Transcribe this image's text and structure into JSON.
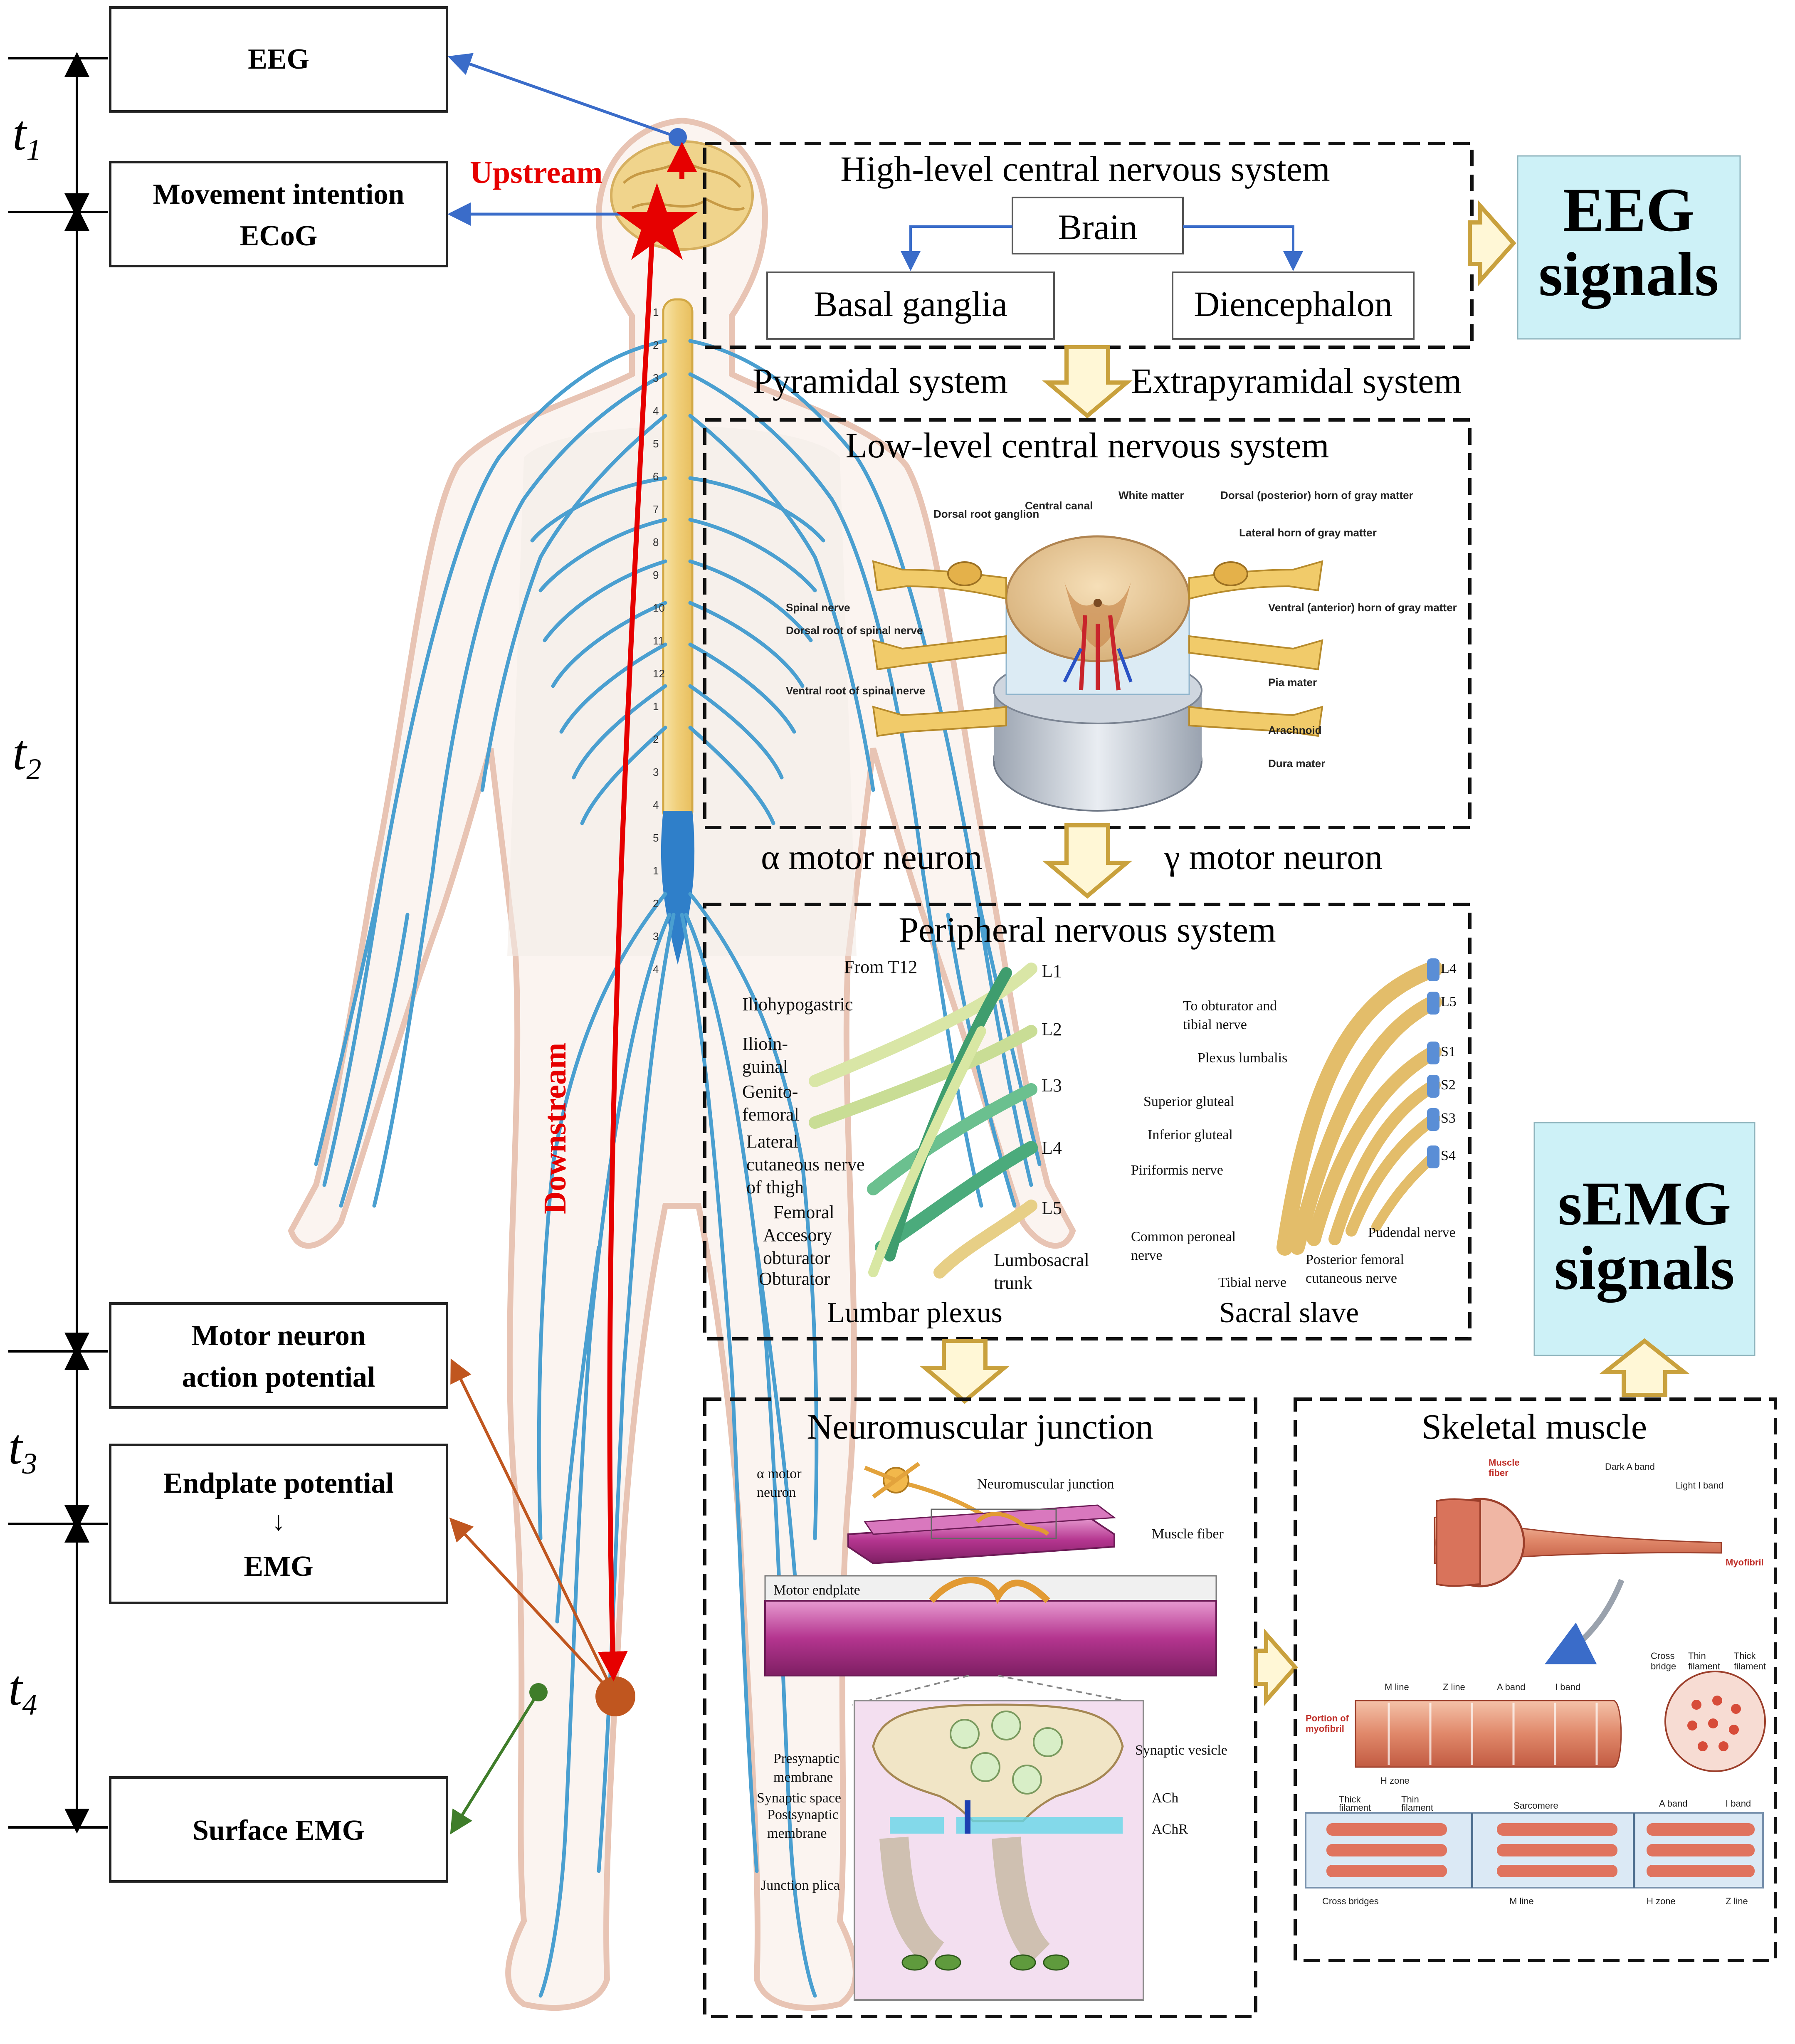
{
  "timeline": {
    "t1": "t",
    "t1_sub": "1",
    "t2": "t",
    "t2_sub": "2",
    "t3": "t",
    "t3_sub": "3",
    "t4": "t",
    "t4_sub": "4"
  },
  "left_boxes": {
    "eeg": "EEG",
    "movement_line1": "Movement intention",
    "movement_line2": "ECoG",
    "motor_line1": "Motor neuron",
    "motor_line2": "action potential",
    "endplate_line1": "Endplate potential",
    "endplate_arrow": "↓",
    "endplate_line2": "EMG",
    "surface": "Surface EMG"
  },
  "body": {
    "upstream": "Upstream",
    "downstream": "Downstream",
    "vertebra_numbers": [
      "1",
      "2",
      "3",
      "4",
      "5",
      "6",
      "7",
      "8",
      "9",
      "10",
      "11",
      "12",
      "1",
      "2",
      "3",
      "4",
      "5",
      "1",
      "2",
      "3",
      "4"
    ]
  },
  "high_level": {
    "title": "High-level central nervous system",
    "brain": "Brain",
    "basal": "Basal ganglia",
    "diencephalon": "Diencephalon"
  },
  "eeg_signals": {
    "line1": "EEG",
    "line2": "signals"
  },
  "pathways": {
    "left": "Pyramidal system",
    "right": "Extrapyramidal  system"
  },
  "low_level": {
    "title": "Low-level central nervous system",
    "labels": [
      "Dorsal root ganglion",
      "Central canal",
      "White matter",
      "Dorsal (posterior) horn of gray matter",
      "Lateral horn of gray matter",
      "Spinal nerve",
      "Dorsal root of spinal nerve",
      "Ventral root of spinal nerve",
      "Ventral (anterior) horn of gray matter",
      "Pia mater",
      "Arachnoid",
      "Dura mater"
    ]
  },
  "motor_neurons": {
    "alpha": "α motor neuron",
    "gamma": "γ motor neuron"
  },
  "peripheral": {
    "title": "Peripheral nervous system",
    "lumbar_title": "Lumbar plexus",
    "sacral_title": "Sacral slave",
    "lumbar_labels": [
      "From T12",
      "Iliohypogastric",
      "Ilioin-",
      "guinal",
      "Genito-",
      "femoral",
      "Lateral",
      "cutaneous nerve",
      "of thigh",
      "Femoral",
      "Accesory",
      "obturator",
      "Obturator",
      "Lumbosacral",
      "trunk"
    ],
    "lumbar_levels": [
      "L1",
      "L2",
      "L3",
      "L4",
      "L5"
    ],
    "sacral_labels": [
      "To obturator  and",
      "tibial nerve",
      "Plexus lumbalis",
      "Superior gluteal",
      "Inferior gluteal",
      "Piriformis nerve",
      "Common peroneal",
      "nerve",
      "Tibial nerve",
      "Posterior femoral",
      "cutaneous nerve",
      "Pudendal nerve"
    ],
    "sacral_levels": [
      "L4",
      "L5",
      "S1",
      "S2",
      "S3",
      "S4"
    ]
  },
  "semg_signals": {
    "line1": "sEMG",
    "line2": "signals"
  },
  "nmj": {
    "title": "Neuromuscular junction",
    "labels": [
      "α motor",
      "neuron",
      "Neuromuscular junction",
      "Muscle fiber",
      "Motor endplate",
      "Synaptic vesicle",
      "Presynaptic",
      "membrane",
      "Synaptic space",
      "Postsynaptic",
      "membrane",
      "ACh",
      "AChR",
      "Junction plica"
    ]
  },
  "skeletal": {
    "title": "Skeletal muscle",
    "labels": [
      "Muscle",
      "fiber",
      "Dark A band",
      "Light I band",
      "Myofibril",
      "Cross",
      "bridge",
      "Thin",
      "filament",
      "Thick",
      "filament",
      "M line",
      "Z line",
      "A band",
      "I band",
      "Portion of",
      "myofibril",
      "H zone",
      "Thick",
      "filament",
      "Thin",
      "filament",
      "Sarcomere",
      "A band",
      "I band",
      "Cross bridges",
      "M line",
      "H zone",
      "Z line"
    ]
  },
  "colors": {
    "nerve": "#4a9fd0",
    "body_outline": "#e8c4b4",
    "spine": "#f2d48a",
    "upstream_red": "#e60000",
    "blue_arrow": "#3a6cc9",
    "brown_arrow": "#c0561f",
    "green_arrow": "#3f7d2a",
    "signal_box": "#cdf1f7",
    "block_arrow": "#e6c36a"
  }
}
